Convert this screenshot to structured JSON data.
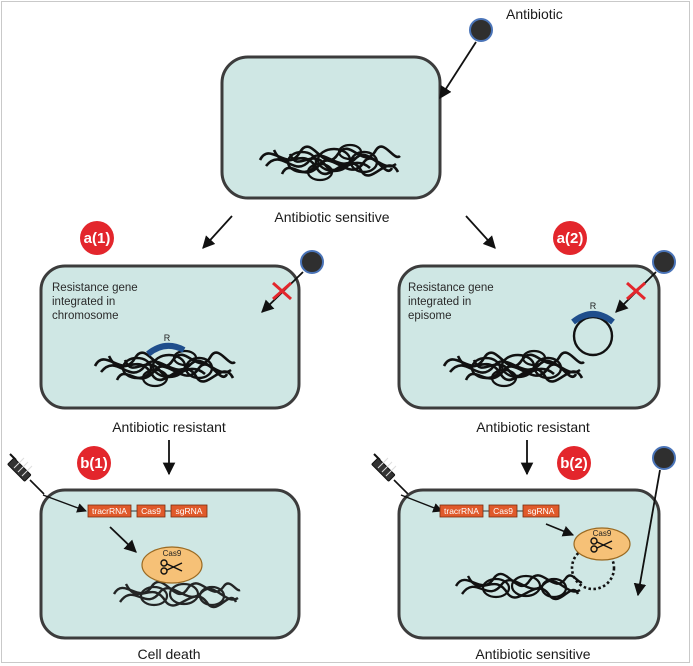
{
  "labels": {
    "antibiotic": "Antibiotic",
    "top_caption": "Antibiotic sensitive",
    "a1_caption": "Antibiotic resistant",
    "a2_caption": "Antibiotic resistant",
    "b1_caption": "Cell death",
    "b2_caption": "Antibiotic sensitive",
    "a1_note": [
      "Resistance gene",
      "integrated in",
      "chromosome"
    ],
    "a2_note": [
      "Resistance gene",
      "integrated in",
      "episome"
    ],
    "gene_letter": "R",
    "cas9": "Cas9"
  },
  "badges": {
    "a1": "a(1)",
    "a2": "a(2)",
    "b1": "b(1)",
    "b2": "b(2)"
  },
  "construct": [
    "tracrRNA",
    "Cas9",
    "sgRNA"
  ],
  "colors": {
    "cell_fill": "#cfe7e4",
    "cell_stroke": "#3c3c3c",
    "badge": "#e3262c",
    "gene_box": "#e05a2b",
    "resistance_gene": "#1f4e8c",
    "cas9_fill": "#f6c177",
    "block_mark": "#e3262c",
    "dna": "#111111"
  },
  "icons": [
    "antibiotic-molecule-icon",
    "syringe-icon",
    "scissors-icon",
    "cross-mark-icon"
  ]
}
